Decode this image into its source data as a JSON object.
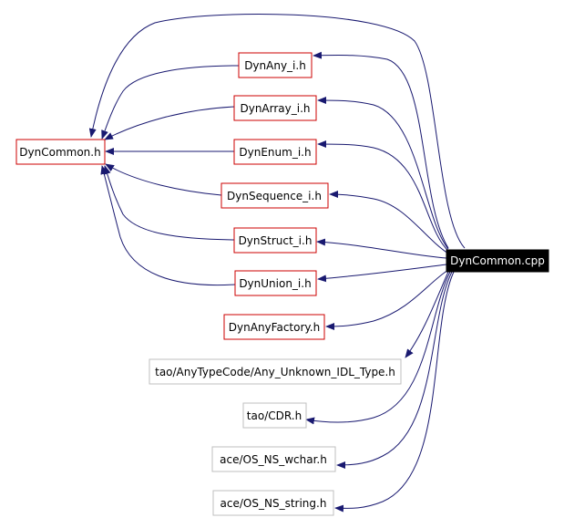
{
  "graph": {
    "source": {
      "label": "DynCommon.cpp"
    },
    "hub": {
      "label": "DynCommon.h"
    },
    "nodes": [
      {
        "id": "dynany",
        "label": "DynAny_i.h",
        "documented": true
      },
      {
        "id": "dynarray",
        "label": "DynArray_i.h",
        "documented": true
      },
      {
        "id": "dynenum",
        "label": "DynEnum_i.h",
        "documented": true
      },
      {
        "id": "dynsequence",
        "label": "DynSequence_i.h",
        "documented": true
      },
      {
        "id": "dynstruct",
        "label": "DynStruct_i.h",
        "documented": true
      },
      {
        "id": "dynunion",
        "label": "DynUnion_i.h",
        "documented": true
      },
      {
        "id": "dynanyfactory",
        "label": "DynAnyFactory.h",
        "documented": true
      },
      {
        "id": "anyunknown",
        "label": "tao/AnyTypeCode/Any_Unknown_IDL_Type.h",
        "documented": false
      },
      {
        "id": "cdr",
        "label": "tao/CDR.h",
        "documented": false
      },
      {
        "id": "wchar",
        "label": "ace/OS_NS_wchar.h",
        "documented": false
      },
      {
        "id": "string",
        "label": "ace/OS_NS_string.h",
        "documented": false
      }
    ],
    "colors": {
      "edge": "#191970",
      "documented_border": "#cc0000",
      "undocumented_border": "#bfbfbf",
      "source_fill": "#000000",
      "source_text": "#ffffff",
      "text": "#000000"
    }
  }
}
